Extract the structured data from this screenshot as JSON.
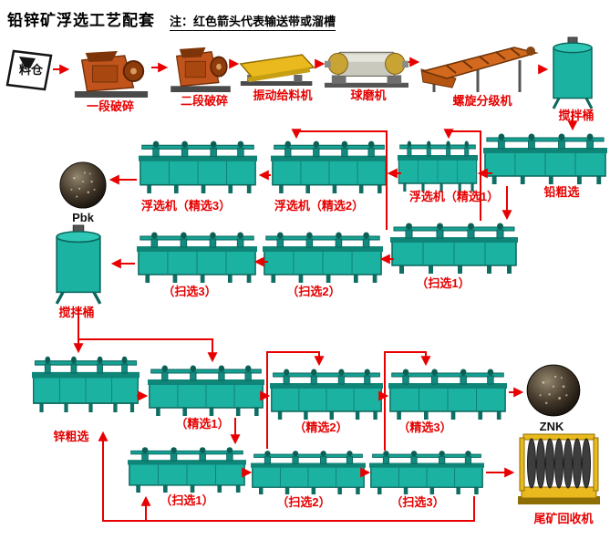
{
  "header": {
    "title": "铅锌矿浮选工艺配套",
    "note": "注：红色箭头代表输送带或溜槽"
  },
  "labels": {
    "orebin": "料仓",
    "crusher1": "一段破碎",
    "crusher2": "二段破碎",
    "feeder": "振动给料机",
    "ballmill": "球磨机",
    "classifier": "螺旋分级机",
    "mixbarrel1": "搅拌桶",
    "lead_rougher": "铅粗选",
    "lead_cleaner1": "浮选机（精选1）",
    "lead_cleaner2": "浮选机（精选2）",
    "lead_cleaner3": "浮选机（精选3）",
    "pbk": "Pbk",
    "lead_scav1": "（扫选1）",
    "lead_scav2": "（扫选2）",
    "lead_scav3": "（扫选3）",
    "mixbarrel2": "搅拌桶",
    "zinc_rougher": "锌粗选",
    "zinc_cleaner1": "（精选1）",
    "zinc_cleaner2": "（精选2）",
    "zinc_cleaner3": "（精选3）",
    "znk": "ZNK",
    "zinc_scav1": "（扫选1）",
    "zinc_scav2": "（扫选2）",
    "zinc_scav3": "（扫选3）",
    "tailings_recovery": "尾矿回收机"
  },
  "colors": {
    "arrow_red": "#e80000",
    "label_red": "#e60000",
    "machine_teal": "#1cb2a2",
    "frame_yellow": "#e9b91d",
    "crusher_orange": "#c0541c",
    "background": "#ffffff"
  },
  "icons": [
    "ore-bin-icon",
    "jaw-crusher-icon",
    "vibrating-feeder-icon",
    "ball-mill-icon",
    "spiral-classifier-icon",
    "mixing-barrel-icon",
    "flotation-machine-icon",
    "ore-pile-icon",
    "tailings-recovery-icon"
  ]
}
